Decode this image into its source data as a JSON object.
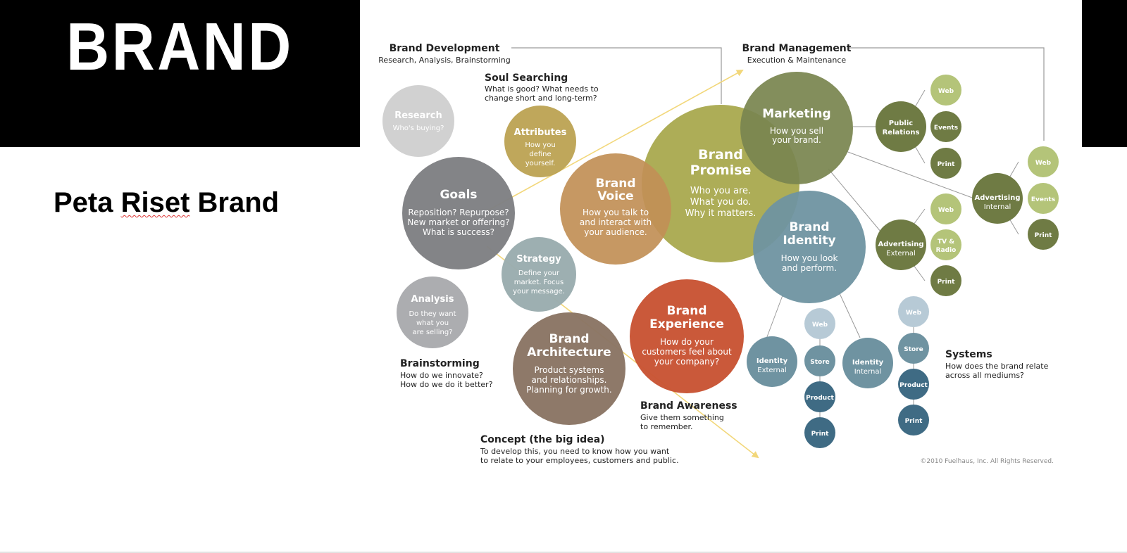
{
  "slide": {
    "title": "BRAND",
    "subtitle_prefix": "Peta ",
    "subtitle_underlined": "Riset",
    "subtitle_suffix": " Brand"
  },
  "diagram": {
    "headers": {
      "dev_title": "Brand Development",
      "dev_sub": "Research, Analysis, Brainstorming",
      "mgmt_title": "Brand Management",
      "mgmt_sub": "Execution & Maintenance"
    },
    "notes": {
      "soul_title": "Soul Searching",
      "soul_l1": "What is good? What needs to",
      "soul_l2": "change short and long-term?",
      "brain_title": "Brainstorming",
      "brain_l1": "How do we innovate?",
      "brain_l2": "How do we do it better?",
      "concept_title": "Concept (the big idea)",
      "concept_l1": "To develop this, you need to know how you want",
      "concept_l2": "to relate to your employees, customers and public.",
      "aware_title": "Brand Awareness",
      "aware_l1": "Give them something",
      "aware_l2": "to remember.",
      "systems_title": "Systems",
      "systems_l1": "How does the brand relate",
      "systems_l2": "across all mediums?"
    },
    "copyright": "©2010 Fuelhaus, Inc. All Rights Reserved.",
    "colors": {
      "research": "#cfcfcf",
      "attributes": "#bca252",
      "goals": "#7f8083",
      "analysis": "#a9aaad",
      "strategy": "#9aacae",
      "brand_voice": "#c18f56",
      "brand_promise": "#a9a94e",
      "marketing": "#7a8550",
      "brand_identity": "#6f93a1",
      "brand_experience": "#c85434",
      "brand_architecture": "#8a7564",
      "olive_dark": "#6f7b44",
      "olive_light": "#b4c479",
      "blue_dark": "#3f6b84",
      "blue_light": "#b7cad6",
      "arrow": "#f2d77a",
      "line": "#9a9a9a"
    },
    "circles": {
      "research_t": "Research",
      "research_1": "Who's buying?",
      "attributes_t": "Attributes",
      "attributes_1": "How you",
      "attributes_2": "define",
      "attributes_3": "yourself.",
      "goals_t": "Goals",
      "goals_1": "Reposition? Repurpose?",
      "goals_2": "New market or offering?",
      "goals_3": "What is success?",
      "analysis_t": "Analysis",
      "analysis_1": "Do they want",
      "analysis_2": "what you",
      "analysis_3": "are selling?",
      "strategy_t": "Strategy",
      "strategy_1": "Define your",
      "strategy_2": "market. Focus",
      "strategy_3": "your message.",
      "voice_t1": "Brand",
      "voice_t2": "Voice",
      "voice_1": "How you talk to",
      "voice_2": "and interact with",
      "voice_3": "your audience.",
      "promise_t1": "Brand",
      "promise_t2": "Promise",
      "promise_1": "Who you are.",
      "promise_2": "What you do.",
      "promise_3": "Why it matters.",
      "marketing_t": "Marketing",
      "marketing_1": "How you sell",
      "marketing_2": "your brand.",
      "identity_t1": "Brand",
      "identity_t2": "Identity",
      "identity_1": "How you look",
      "identity_2": "and perform.",
      "experience_t1": "Brand",
      "experience_t2": "Experience",
      "experience_1": "How do your",
      "experience_2": "customers feel about",
      "experience_3": "your company?",
      "arch_t1": "Brand",
      "arch_t2": "Architecture",
      "arch_1": "Product systems",
      "arch_2": "and relationships.",
      "arch_3": "Planning for growth."
    },
    "nodes": {
      "public_relations_1": "Public",
      "public_relations_2": "Relations",
      "adv_external_1": "Advertising",
      "adv_external_2": "External",
      "adv_internal_1": "Advertising",
      "adv_internal_2": "Internal",
      "identity_external_1": "Identity",
      "identity_external_2": "External",
      "identity_internal_1": "Identity",
      "identity_internal_2": "Internal",
      "web": "Web",
      "events": "Events",
      "print": "Print",
      "tv_1": "TV &",
      "tv_2": "Radio",
      "store": "Store",
      "product": "Product"
    }
  }
}
